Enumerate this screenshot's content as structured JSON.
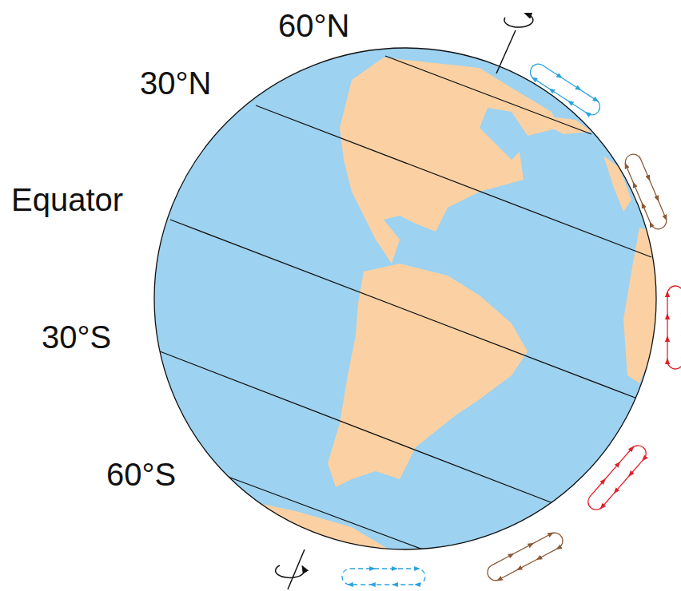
{
  "diagram": {
    "labels": [
      "60°N",
      "30°N",
      "Equator",
      "30°S",
      "60°S"
    ]
  }
}
